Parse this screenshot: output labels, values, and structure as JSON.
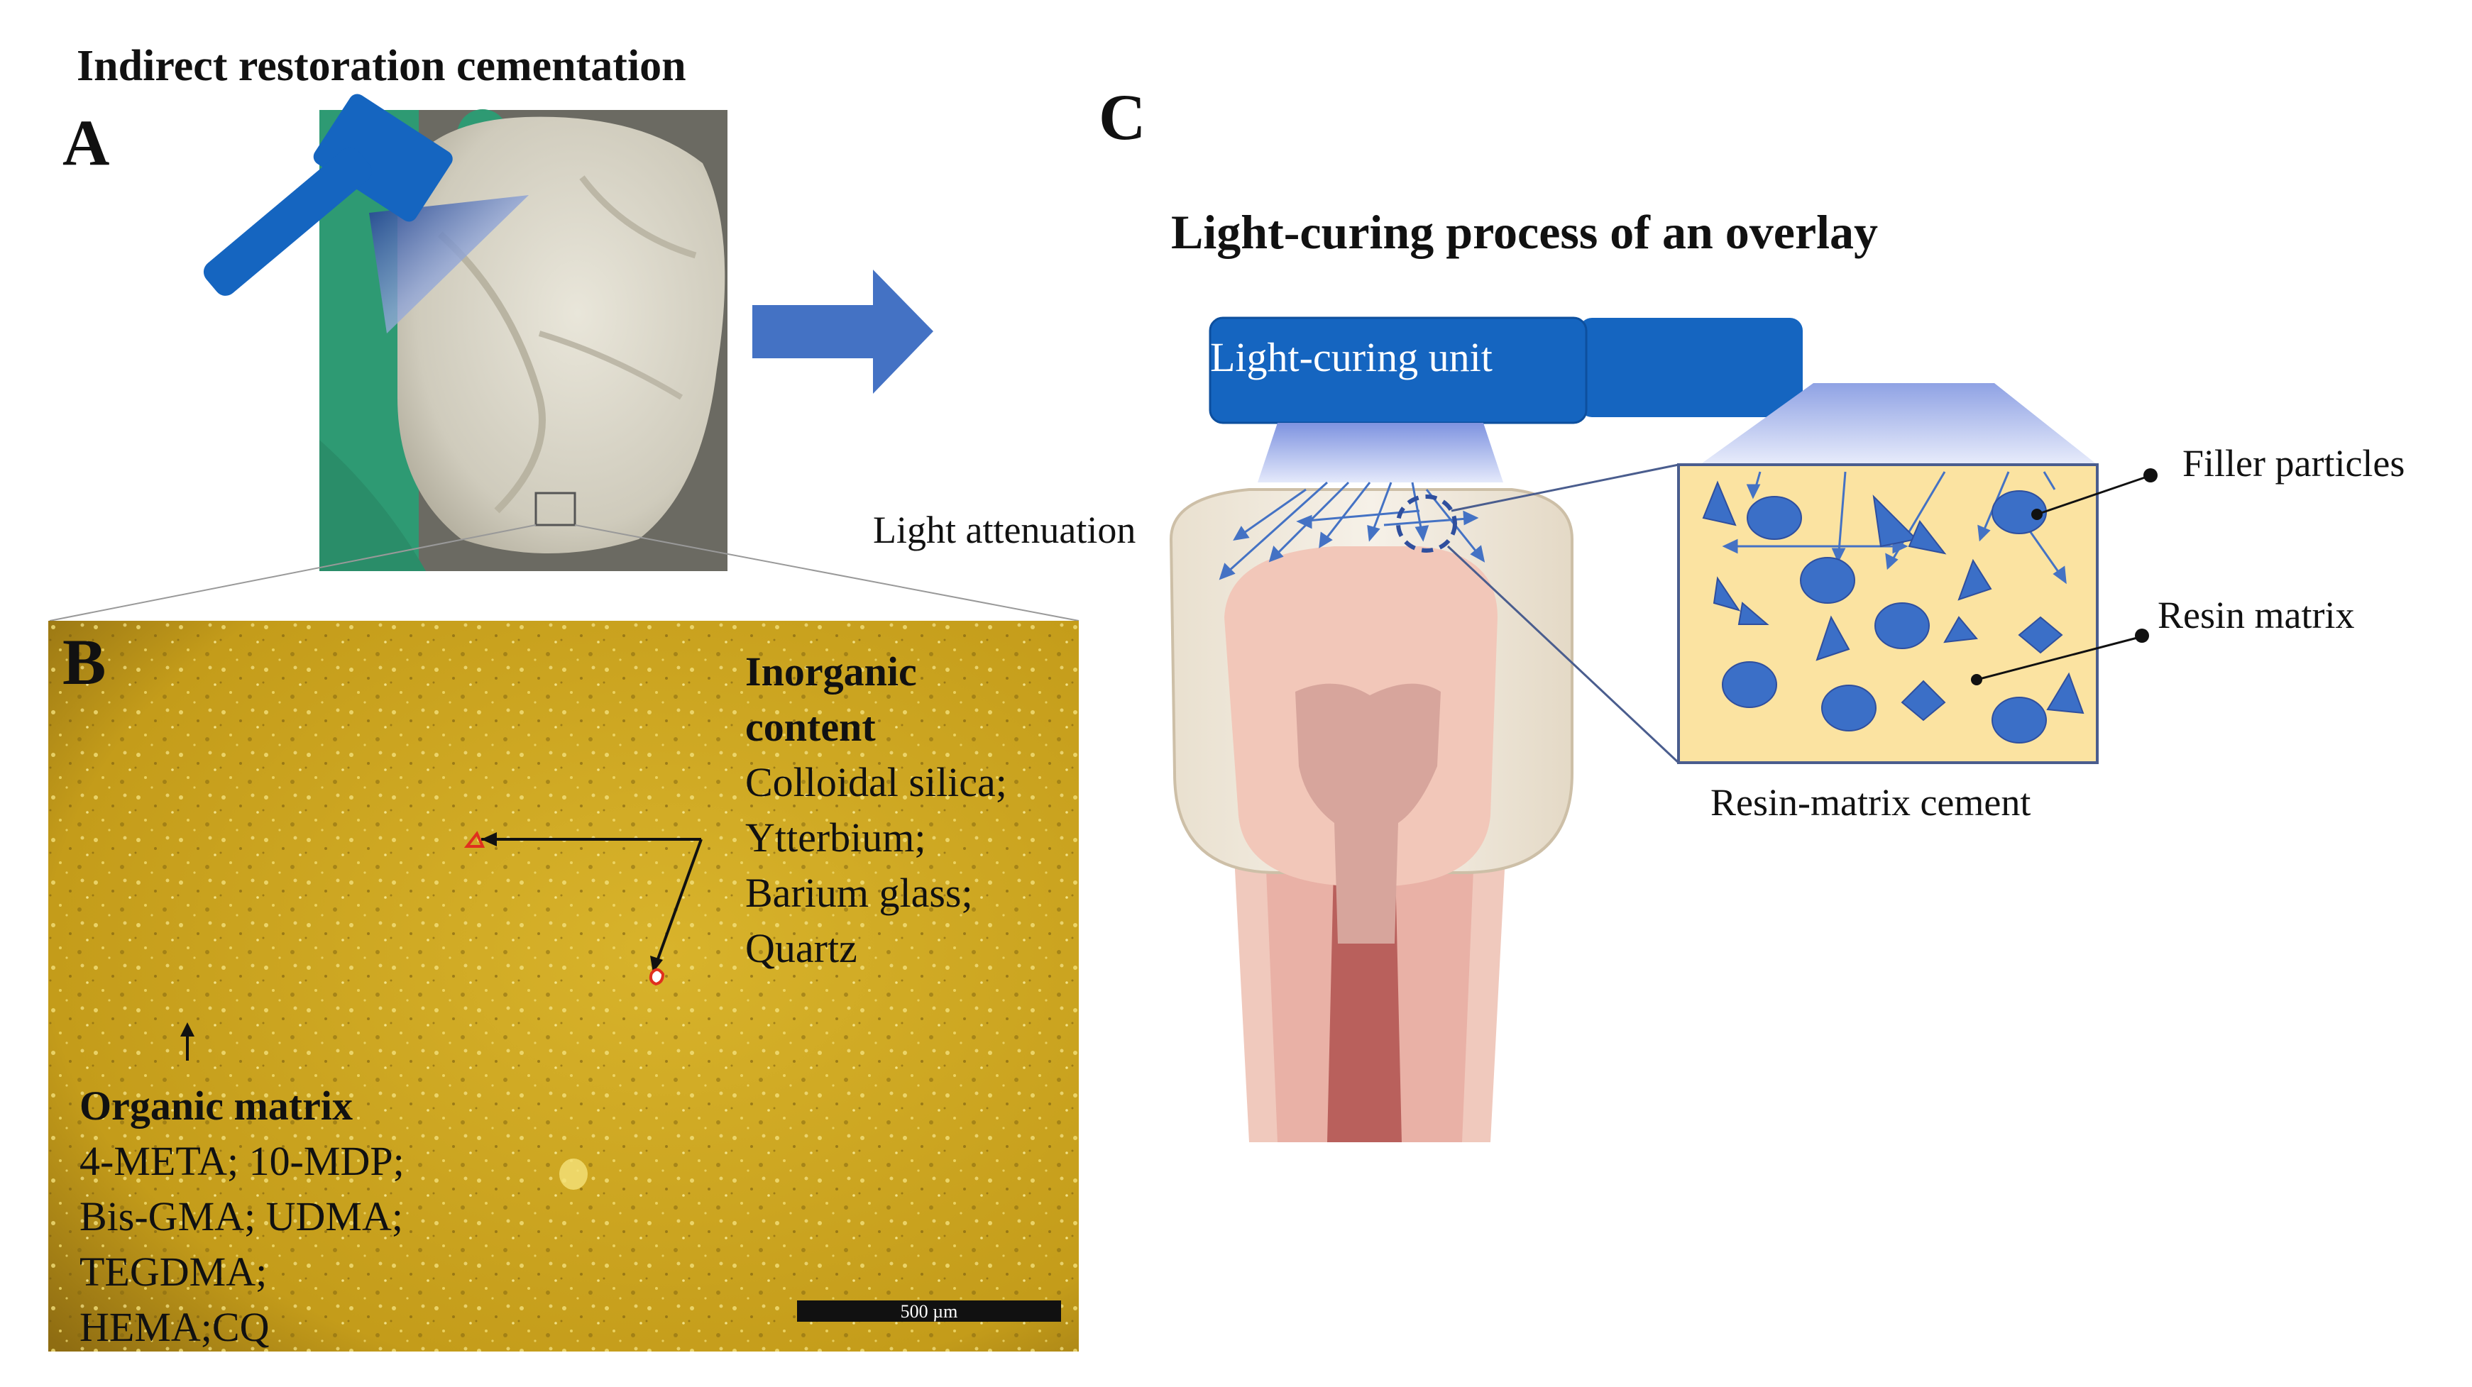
{
  "panel_a": {
    "heading": "Indirect restoration cementation",
    "letter": "A"
  },
  "panel_b": {
    "letter": "B",
    "inorganic": {
      "title_lines": [
        "Inorganic",
        "content"
      ],
      "items": [
        "Colloidal silica;",
        "Ytterbium;",
        "Barium glass;",
        "Quartz"
      ]
    },
    "organic": {
      "title": "Organic matrix",
      "items": [
        "4-META; 10-MDP;",
        "Bis-GMA; UDMA;",
        "TEGDMA;",
        "HEMA;CQ"
      ]
    },
    "scale_bar": "500 µm"
  },
  "panel_c": {
    "letter": "C",
    "heading": "Light-curing process of an overlay",
    "light_unit_label": "Light-curing unit",
    "light_attenuation": "Light attenuation",
    "filler_particles": "Filler particles",
    "resin_matrix": "Resin matrix",
    "cement_label": "Resin-matrix cement"
  },
  "colors": {
    "curing_unit_blue": "#1565c0",
    "particle_blue": "#3b6fc7",
    "cement_yellow": "#fbe3a1",
    "micrograph_gold": "#c9a21a",
    "rubber_dam_green": "#2e9a73",
    "arrow_blue": "#4472c4"
  }
}
